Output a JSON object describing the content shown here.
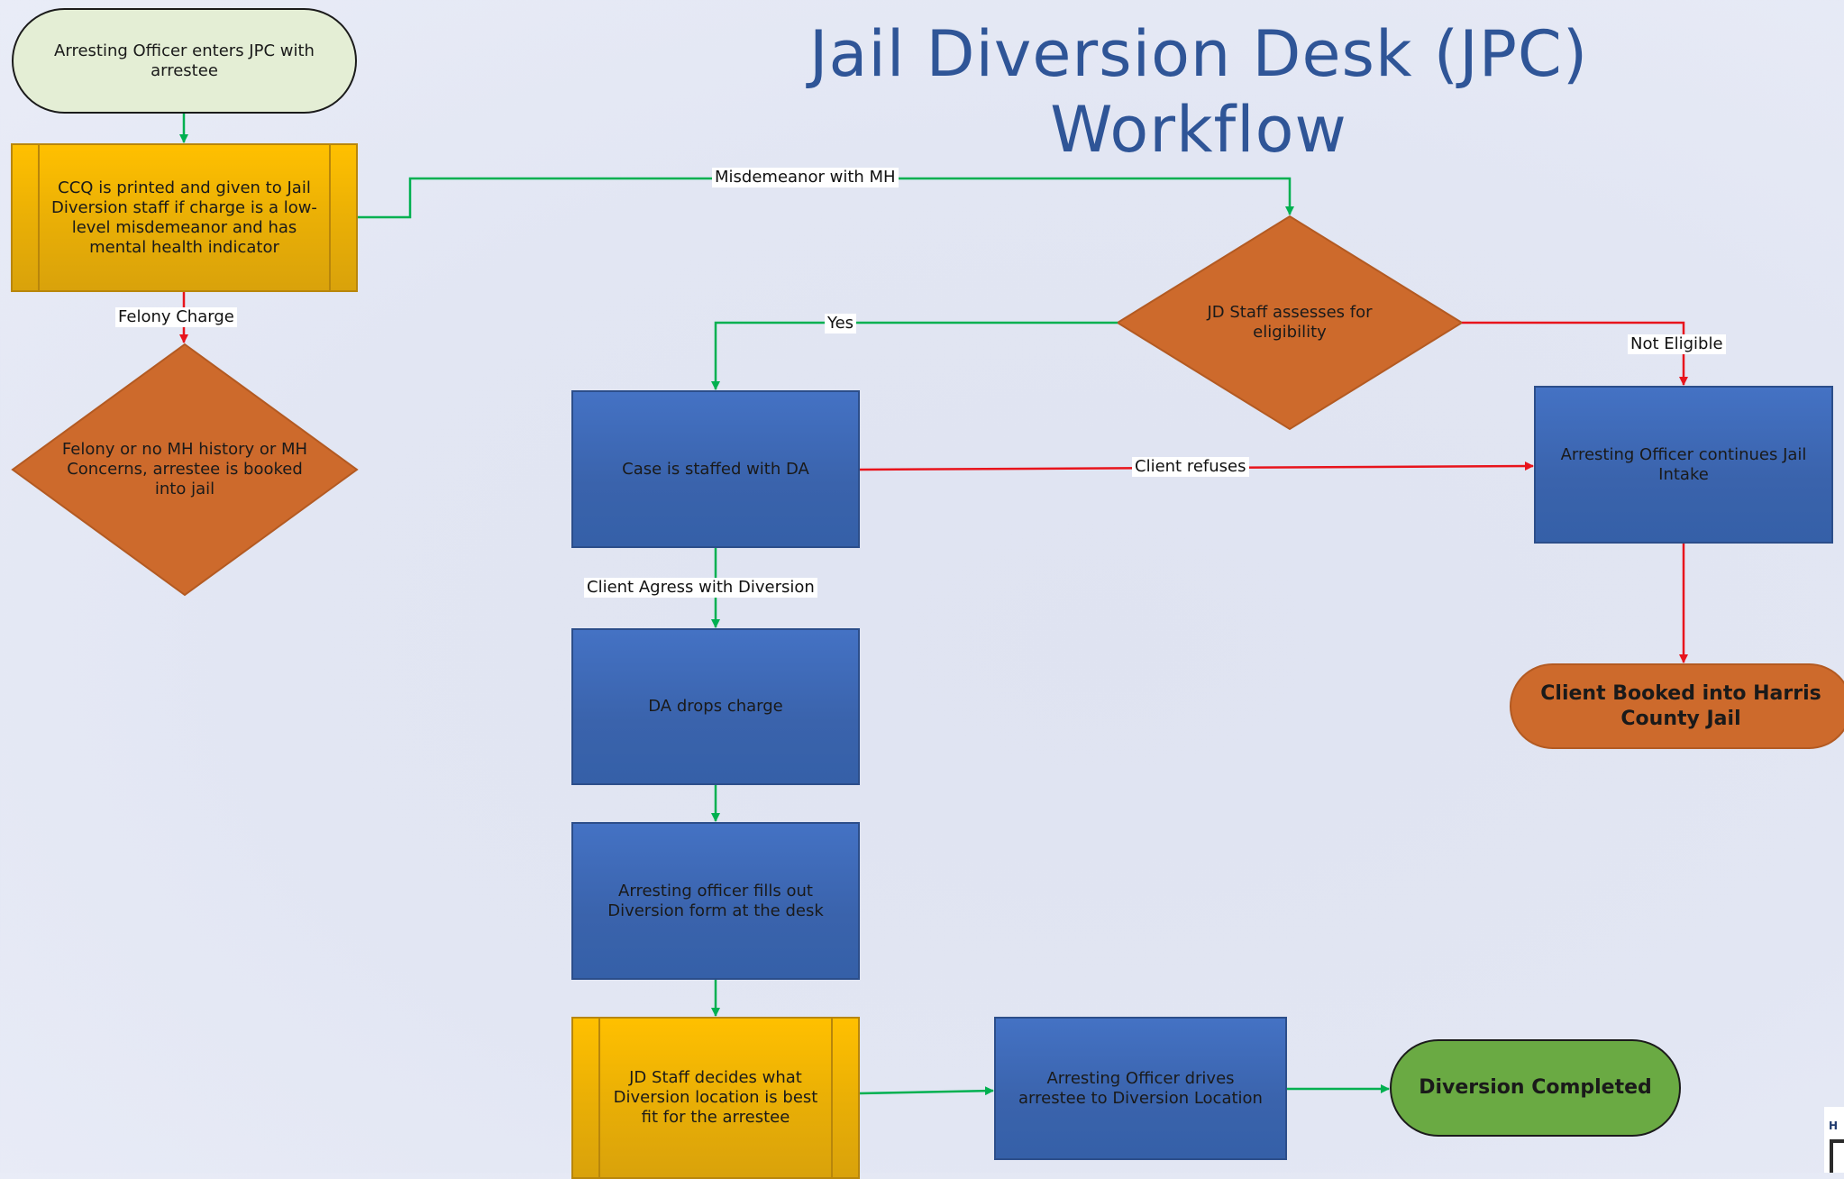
{
  "title": "Jail Diversion Desk (JPC) Workflow",
  "nodes": {
    "start": "Arresting Officer enters JPC with arrestee",
    "ccq": "CCQ is printed and given to Jail Diversion staff if charge is a low-level misdemeanor and has mental health indicator",
    "felony_decision": "Felony or no MH history or MH Concerns, arrestee is booked into jail",
    "eligibility_decision": "JD Staff assesses for eligibility",
    "case_staffed": "Case is staffed with DA",
    "continue_intake": "Arresting Officer continues Jail Intake",
    "booked": "Client Booked into Harris County Jail",
    "da_drops": "DA drops charge",
    "fills_form": "Arresting officer fills out Diversion form at the desk",
    "decides_location": "JD Staff decides what Diversion location is best fit for the arrestee",
    "drives": "Arresting Officer drives arrestee to Diversion Location",
    "completed": "Diversion Completed"
  },
  "edge_labels": {
    "misdemeanor": "Misdemeanor with MH",
    "felony": "Felony Charge",
    "yes": "Yes",
    "not_eligible": "Not Eligible",
    "refuses": "Client refuses",
    "agrees": "Client Agress with Diversion"
  },
  "colors": {
    "title": "#2f5597",
    "yes_path": "#00b050",
    "no_path": "#e8141c",
    "process_fill": "#4472c4",
    "subprocess_fill": "#ffc000",
    "decision_fill": "#cd6a2c",
    "start_fill": "#e4eed5",
    "end_fill": "#6aaa43"
  }
}
